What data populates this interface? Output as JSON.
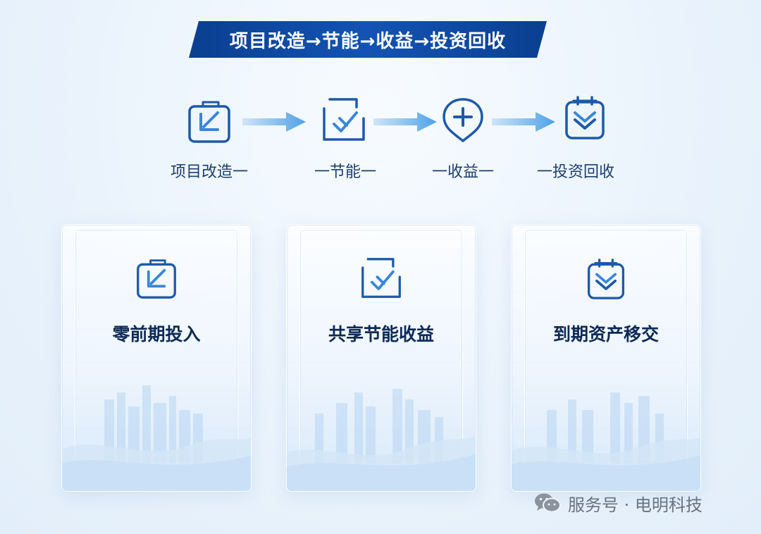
{
  "banner": {
    "title": "项目改造→节能→收益→投资回收"
  },
  "flow": {
    "steps": [
      {
        "label": "项目改造一",
        "icon": "checkbox-clipboard-icon"
      },
      {
        "label": "一节能一",
        "icon": "check-frame-icon"
      },
      {
        "label": "一收益一",
        "icon": "plus-pin-icon"
      },
      {
        "label": "一投资回收",
        "icon": "chevron-clipboard-icon"
      }
    ]
  },
  "cards": [
    {
      "title": "零前期投入",
      "icon": "checkbox-clipboard-icon"
    },
    {
      "title": "共享节能收益",
      "icon": "check-frame-icon"
    },
    {
      "title": "到期资产移交",
      "icon": "chevron-clipboard-icon"
    }
  ],
  "footer": {
    "text": "服务号 · 电明科技",
    "icon": "wechat-icon"
  },
  "colors": {
    "primary": "#0a3f8f",
    "icon": "#1d5aa8",
    "arrow": "#5aa8ea",
    "text": "#0d2a55"
  }
}
